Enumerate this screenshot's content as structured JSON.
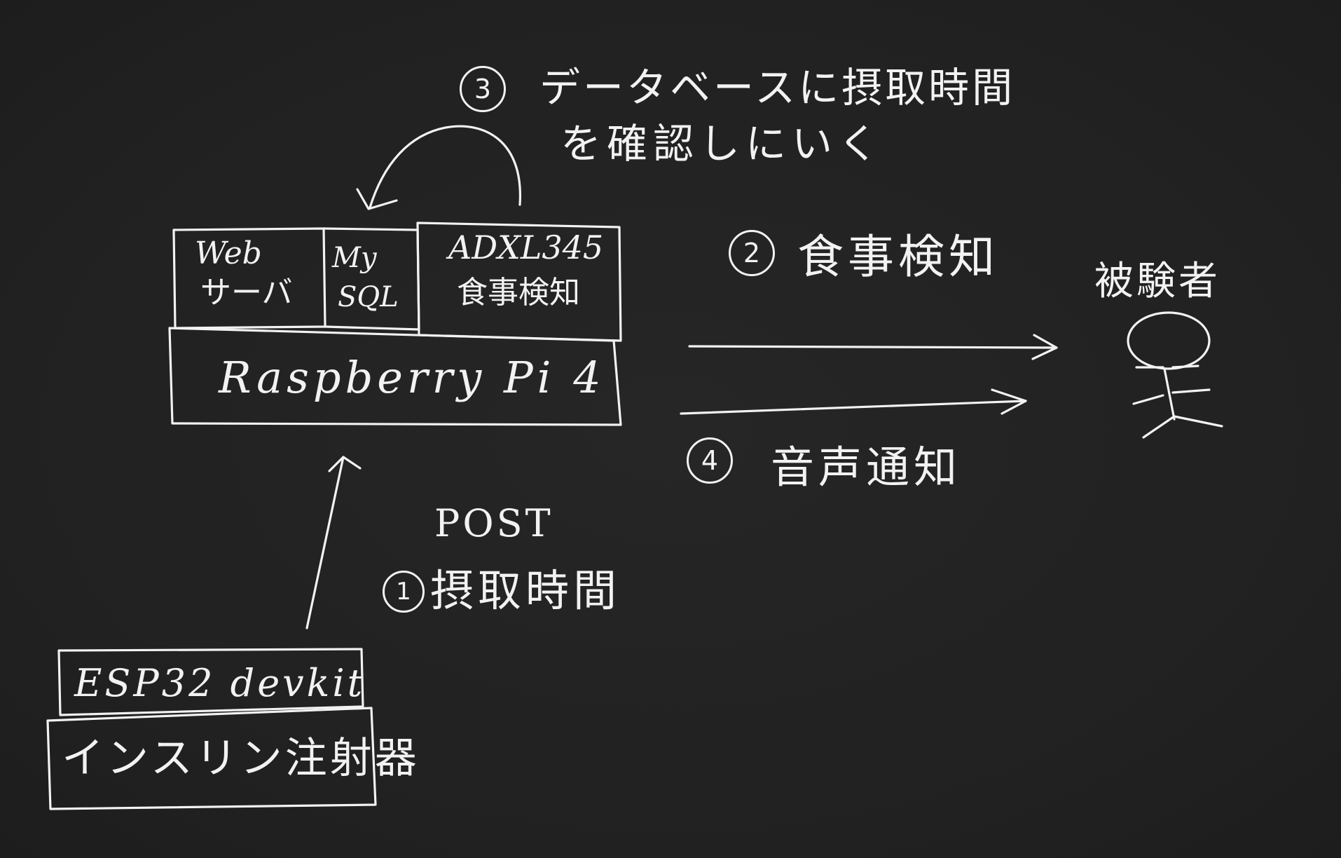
{
  "raspberry_pi": {
    "label": "Raspberry Pi 4",
    "web_server_line1": "Web",
    "web_server_line2": "サーバ",
    "mysql_line1": "My",
    "mysql_line2": "SQL",
    "adxl_line1": "ADXL345",
    "adxl_line2": "食事検知"
  },
  "esp32": {
    "label": "ESP32 devkit",
    "injector_label": "インスリン注射器"
  },
  "steps": {
    "step1_number": "1",
    "step1_label": "摂取時間",
    "post_label": "POST",
    "step2_number": "2",
    "step2_label": "食事検知",
    "step3_number": "3",
    "step3_line1": "データベースに摂取時間",
    "step3_line2": "を確認しにいく",
    "step4_number": "4",
    "step4_label": "音声通知"
  },
  "subject": {
    "label": "被験者"
  },
  "colors": {
    "background": "#232323",
    "ink": "#f2f2f2"
  }
}
